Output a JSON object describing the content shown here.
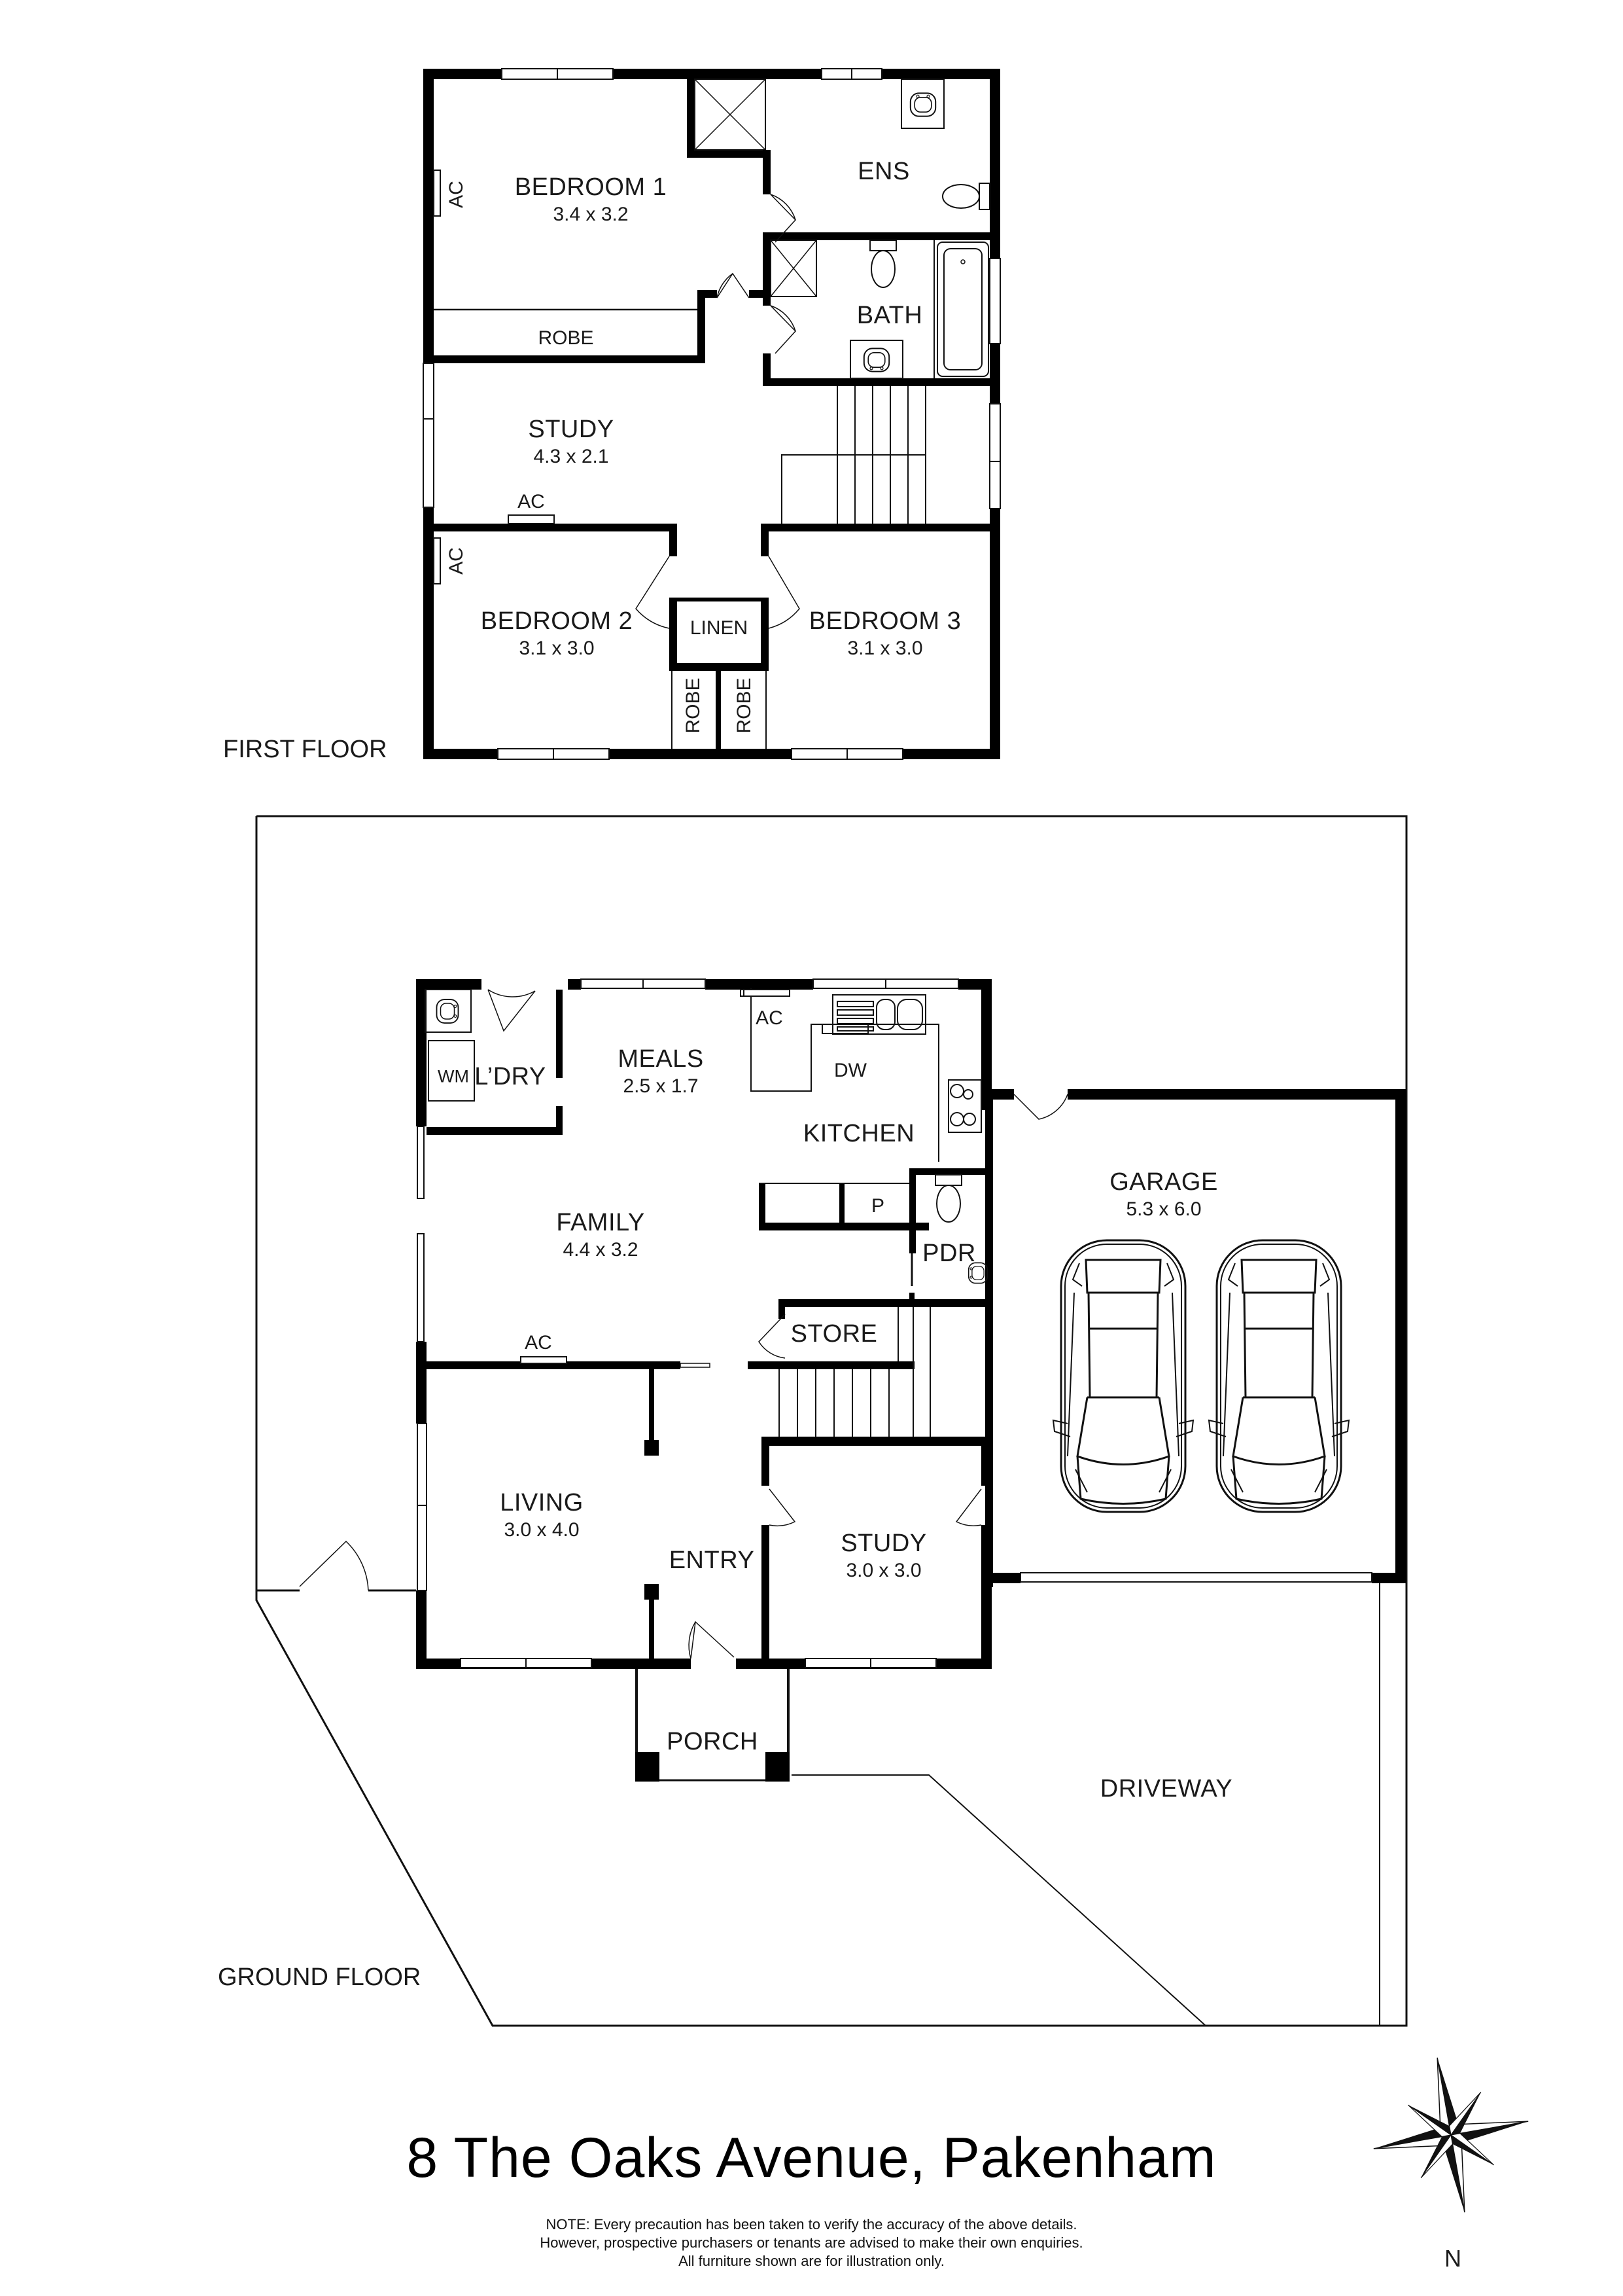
{
  "property": {
    "address": "8 The Oaks Avenue, Pakenham",
    "note_lines": [
      "NOTE: Every precaution has been taken to verify the accuracy of the above details.",
      "However, prospective purchasers or tenants are advised to make their own enquiries.",
      "All furniture shown are for illustration only."
    ]
  },
  "compass": {
    "label": "N",
    "icon": "compass-rose-icon"
  },
  "first_floor": {
    "label": "FIRST FLOOR",
    "rooms": {
      "bedroom1": {
        "name": "BEDROOM 1",
        "dims": "3.4 x 3.2"
      },
      "ens": {
        "name": "ENS"
      },
      "bath": {
        "name": "BATH"
      },
      "robe_bed1": {
        "name": "ROBE"
      },
      "study": {
        "name": "STUDY",
        "dims": "4.3 x 2.1"
      },
      "bedroom2": {
        "name": "BEDROOM 2",
        "dims": "3.1 x 3.0"
      },
      "bedroom3": {
        "name": "BEDROOM 3",
        "dims": "3.1 x 3.0"
      },
      "linen": {
        "name": "LINEN"
      },
      "robe_bed2": {
        "name": "ROBE"
      },
      "robe_bed3": {
        "name": "ROBE"
      }
    },
    "fixtures": {
      "ac_bed1": "AC",
      "ac_study": "AC",
      "ac_bed2": "AC"
    }
  },
  "ground_floor": {
    "label": "GROUND FLOOR",
    "rooms": {
      "laundry": {
        "name": "L’DRY"
      },
      "meals": {
        "name": "MEALS",
        "dims": "2.5 x 1.7"
      },
      "kitchen": {
        "name": "KITCHEN"
      },
      "family": {
        "name": "FAMILY",
        "dims": "4.4 x 3.2"
      },
      "pantry": {
        "name": "P"
      },
      "pdr": {
        "name": "PDR"
      },
      "store": {
        "name": "STORE"
      },
      "living": {
        "name": "LIVING",
        "dims": "3.0 x 4.0"
      },
      "entry": {
        "name": "ENTRY"
      },
      "study": {
        "name": "STUDY",
        "dims": "3.0 x 3.0"
      },
      "garage": {
        "name": "GARAGE",
        "dims": "5.3 x 6.0"
      },
      "porch": {
        "name": "PORCH"
      },
      "driveway": {
        "name": "DRIVEWAY"
      }
    },
    "fixtures": {
      "wm": "WM",
      "dw": "DW",
      "ac_meals": "AC",
      "ac_family": "AC"
    }
  },
  "colors": {
    "wall": "#000000",
    "line": "#1a1a1a",
    "background": "#ffffff"
  }
}
